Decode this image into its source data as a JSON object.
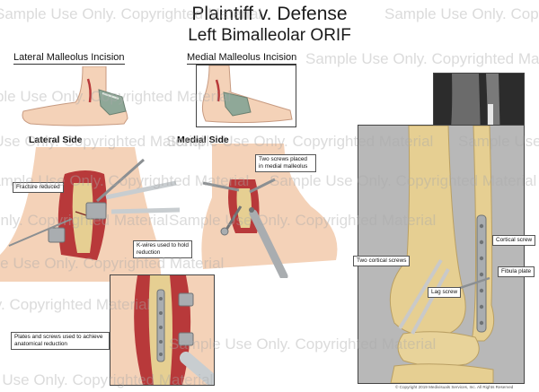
{
  "header": {
    "title": "Plaintiff v. Defense",
    "subtitle": "Left Bimalleolar ORIF"
  },
  "panels": {
    "lateral_incision_title": "Lateral Malleolus Incision",
    "medial_incision_title": "Medial Malleolus Incision",
    "lateral_side_title": "Lateral Side",
    "medial_side_title": "Medial Side"
  },
  "callouts": {
    "fracture_reduced": "Fracture reduced",
    "k_wires": "K-wires used to hold reduction",
    "plates_screws": "Plates and screws used to achieve anatomical reduction",
    "two_screws_medial": "Two screws placed in medial malleolus",
    "two_cortical": "Two cortical screws",
    "lag_screw": "Lag screw",
    "cortical_screw": "Cortical screw",
    "fibula_plate": "Fibula plate"
  },
  "watermark": "Sample Use Only. Copyrighted Material",
  "copyright": "© Copyright 2019 Medivisuals Services, Inc. All Rights Reserved",
  "colors": {
    "bone": "#e6cf92",
    "skin": "#f4d2b8",
    "tissue": "#b8393a",
    "metal": "#a9adb0"
  }
}
